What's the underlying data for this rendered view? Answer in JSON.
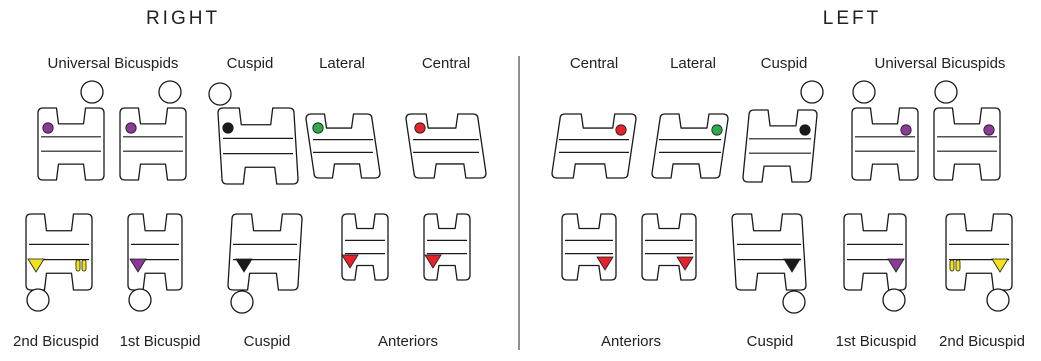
{
  "headers": {
    "right": "RIGHT",
    "left": "LEFT"
  },
  "upper_labels": {
    "right": {
      "bicuspids": "Universal Bicuspids",
      "cuspid": "Cuspid",
      "lateral": "Lateral",
      "central": "Central"
    },
    "left": {
      "central": "Central",
      "lateral": "Lateral",
      "cuspid": "Cuspid",
      "bicuspids": "Universal Bicuspids"
    }
  },
  "lower_labels": {
    "right": {
      "second_bicuspid": "2nd Bicuspid",
      "first_bicuspid": "1st Bicuspid",
      "cuspid": "Cuspid",
      "anteriors": "Anteriors"
    },
    "left": {
      "anteriors": "Anteriors",
      "cuspid": "Cuspid",
      "first_bicuspid": "1st Bicuspid",
      "second_bicuspid": "2nd Bicuspid"
    }
  },
  "colors": {
    "purple": "#8b3a96",
    "black": "#1a1a1a",
    "green": "#2eaa4a",
    "red": "#e3242b",
    "yellow": "#f2e21b",
    "divider": "#555555"
  }
}
